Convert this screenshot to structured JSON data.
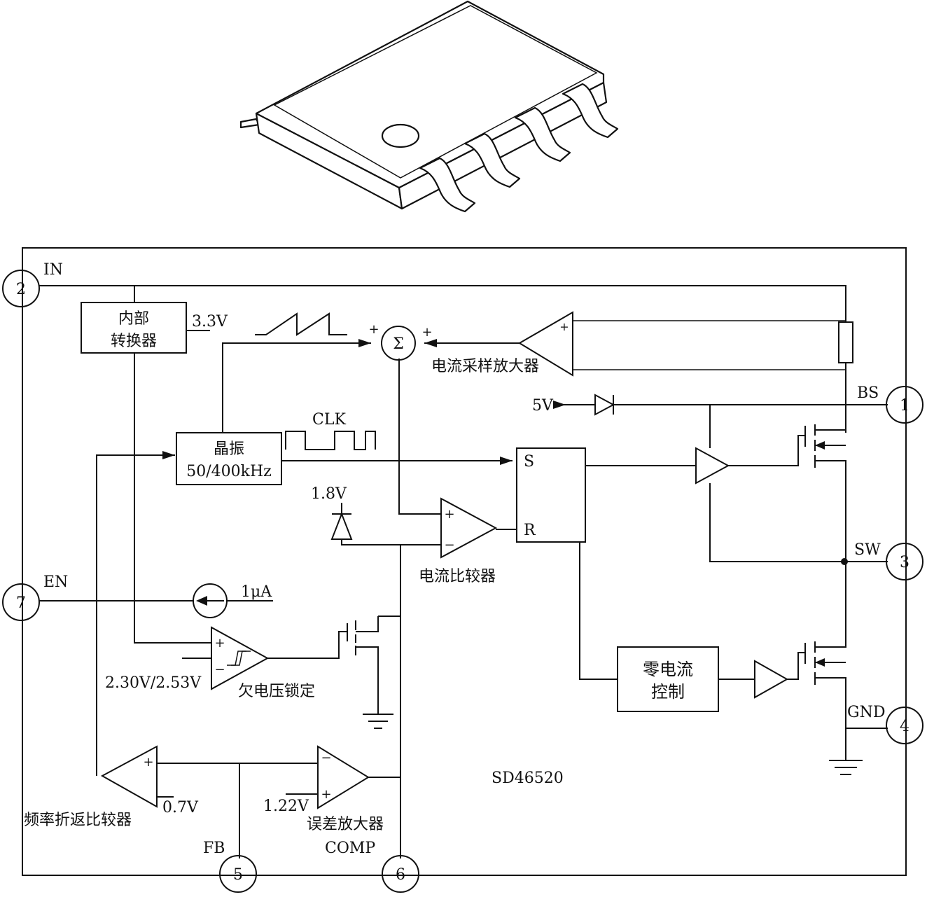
{
  "chip": {
    "part_number": "SD46520"
  },
  "pins": [
    {
      "number": "1",
      "name": "BS"
    },
    {
      "number": "2",
      "name": "IN"
    },
    {
      "number": "3",
      "name": "SW"
    },
    {
      "number": "4",
      "name": "GND"
    },
    {
      "number": "5",
      "name": "FB"
    },
    {
      "number": "6",
      "name": "COMP"
    },
    {
      "number": "7",
      "name": "EN"
    }
  ],
  "blocks": {
    "internal_regulator": {
      "line1": "内部",
      "line2": "转换器",
      "output": "3.3V"
    },
    "oscillator": {
      "line1": "晶振",
      "line2": "50/400kHz",
      "clock": "CLK"
    },
    "summer": {
      "symbol": "Σ",
      "sign_left": "+",
      "sign_right": "+"
    },
    "current_sense_amp": {
      "label": "电流采样放大器",
      "sign": "+"
    },
    "current_comparator": {
      "label": "电流比较器",
      "plus": "+",
      "minus": "−"
    },
    "flip_flop": {
      "set": "S",
      "reset": "R"
    },
    "zero_current": {
      "line1": "零电流",
      "line2": "控制"
    },
    "uvlo": {
      "label": "欠电压锁定",
      "threshold": "2.30V/2.53V",
      "plus": "+",
      "minus": "−"
    },
    "freq_foldback": {
      "label": "频率折返比较器",
      "ref": "0.7V",
      "plus": "+"
    },
    "error_amp": {
      "label": "误差放大器",
      "ref": "1.22V",
      "plus": "+",
      "minus": "−"
    }
  },
  "sources": {
    "bootstrap_supply": "5V",
    "clamp_voltage": "1.8V",
    "en_current": "1μA"
  }
}
